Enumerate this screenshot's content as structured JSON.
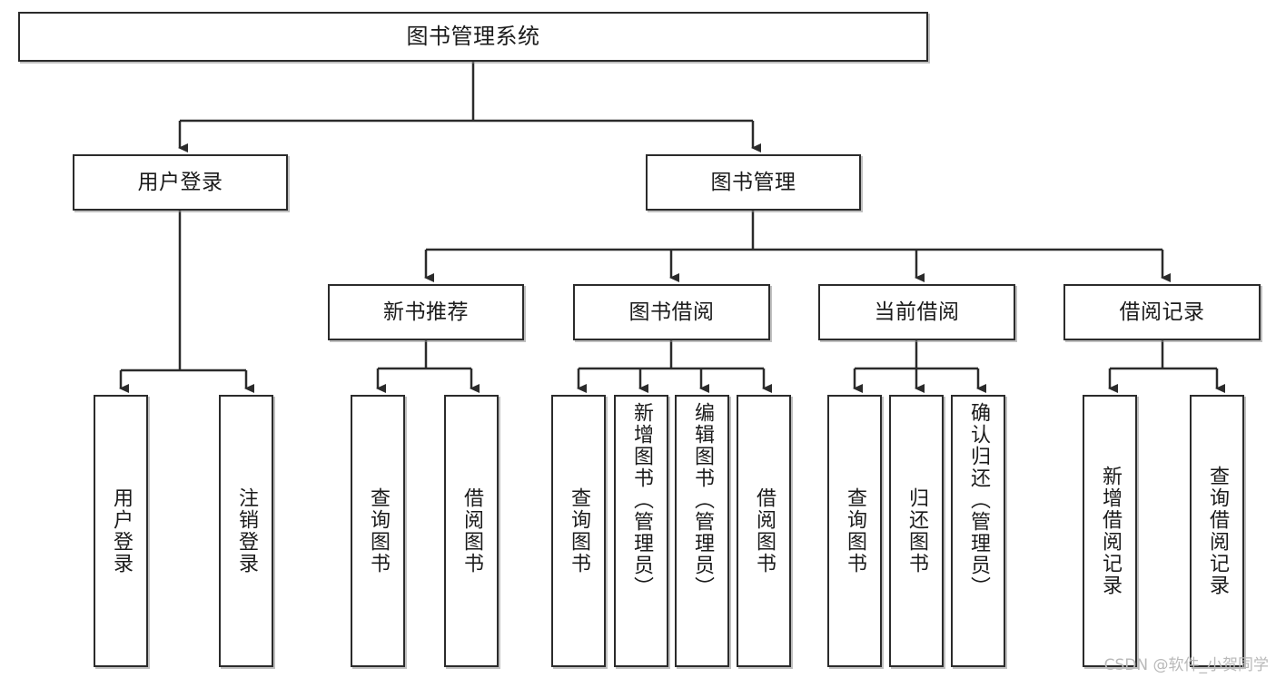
{
  "diagram": {
    "title": "图书管理系统",
    "type": "tree-hierarchy",
    "root": {
      "label": "图书管理系统"
    },
    "level2": [
      {
        "label": "用户登录"
      },
      {
        "label": "图书管理"
      }
    ],
    "level3": [
      {
        "label": "新书推荐"
      },
      {
        "label": "图书借阅"
      },
      {
        "label": "当前借阅"
      },
      {
        "label": "借阅记录"
      }
    ],
    "leaves": {
      "user_login": [
        {
          "label": "用户登录"
        },
        {
          "label": "注销登录"
        }
      ],
      "new_book_recommend": [
        {
          "label": "查询图书"
        },
        {
          "label": "借阅图书"
        }
      ],
      "book_borrow": [
        {
          "label": "查询图书"
        },
        {
          "label": "新增图书（管理员）"
        },
        {
          "label": "编辑图书（管理员）"
        },
        {
          "label": "借阅图书"
        }
      ],
      "current_borrow": [
        {
          "label": "查询图书"
        },
        {
          "label": "归还图书"
        },
        {
          "label": "确认归还（管理员）"
        }
      ],
      "borrow_records": [
        {
          "label": "新增借阅记录"
        },
        {
          "label": "查询借阅记录"
        }
      ]
    }
  },
  "watermark": {
    "text": "CSDN @软件_小贺同学"
  },
  "colors": {
    "background": "#ffffff",
    "box_border": "#2b2b2b",
    "box_fill": "#ffffff",
    "text": "#1b1b1b",
    "edge": "#2b2b2b",
    "watermark": "#b9b9b9"
  }
}
